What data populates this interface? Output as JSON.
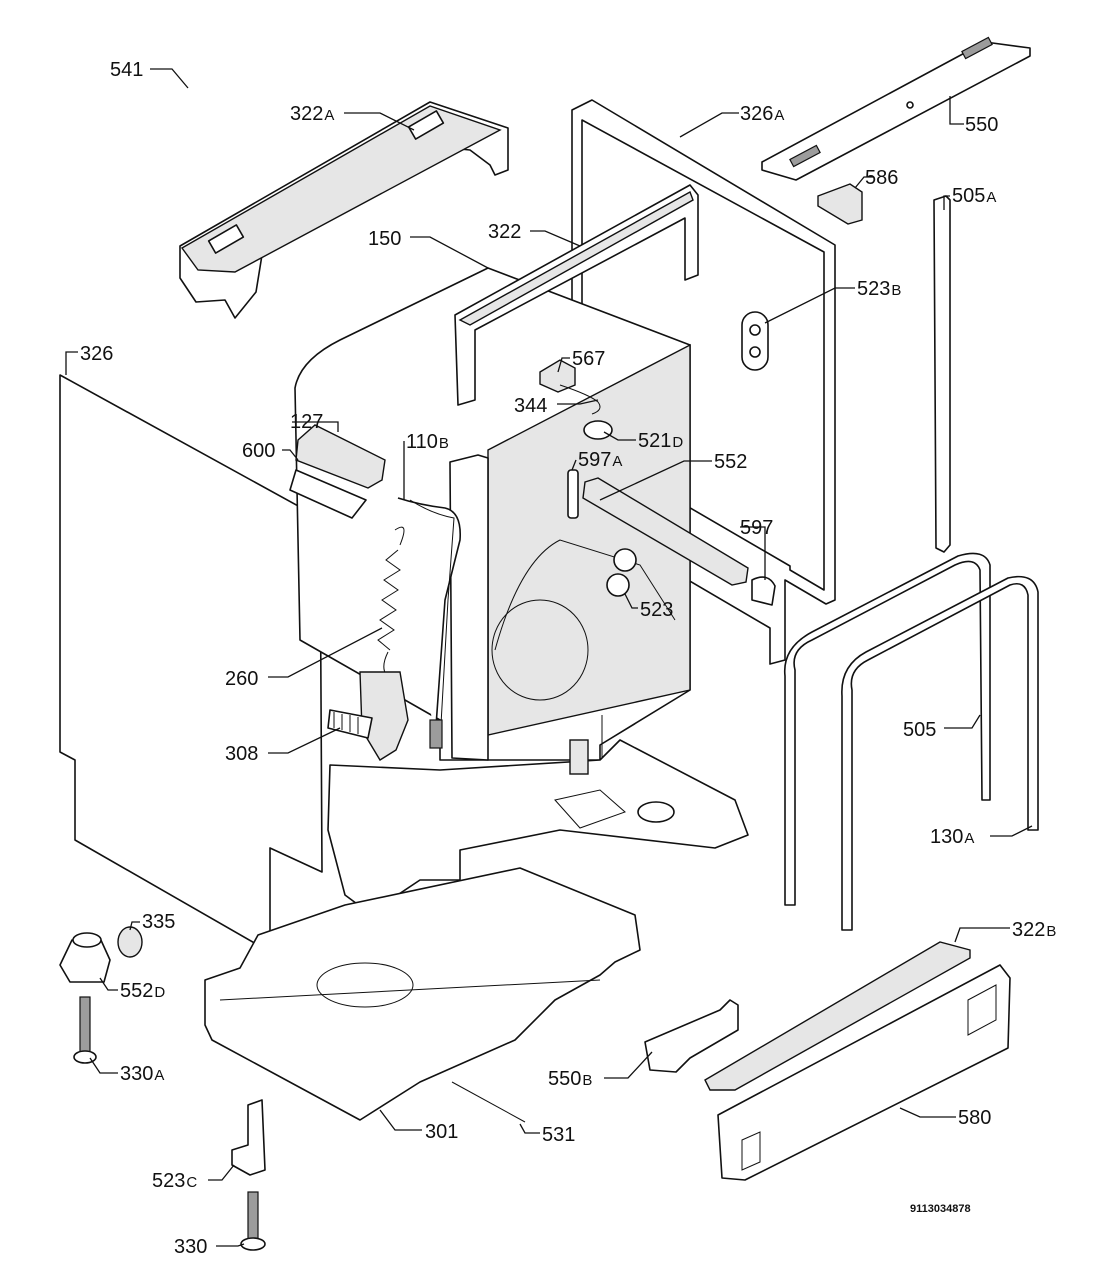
{
  "diagram": {
    "document_code": "9113034878",
    "callouts": [
      {
        "id": "541",
        "label": "541",
        "suffix": ""
      },
      {
        "id": "322A",
        "label": "322",
        "suffix": "A"
      },
      {
        "id": "326A",
        "label": "326",
        "suffix": "A"
      },
      {
        "id": "550",
        "label": "550",
        "suffix": ""
      },
      {
        "id": "586",
        "label": "586",
        "suffix": ""
      },
      {
        "id": "505A",
        "label": "505",
        "suffix": "A"
      },
      {
        "id": "150",
        "label": "150",
        "suffix": ""
      },
      {
        "id": "322",
        "label": "322",
        "suffix": ""
      },
      {
        "id": "523B",
        "label": "523",
        "suffix": "B"
      },
      {
        "id": "326",
        "label": "326",
        "suffix": ""
      },
      {
        "id": "567",
        "label": "567",
        "suffix": ""
      },
      {
        "id": "344",
        "label": "344",
        "suffix": ""
      },
      {
        "id": "127",
        "label": "127",
        "suffix": ""
      },
      {
        "id": "600",
        "label": "600",
        "suffix": ""
      },
      {
        "id": "110B",
        "label": "110",
        "suffix": "B"
      },
      {
        "id": "521D",
        "label": "521",
        "suffix": "D"
      },
      {
        "id": "597A",
        "label": "597",
        "suffix": "A"
      },
      {
        "id": "552",
        "label": "552",
        "suffix": ""
      },
      {
        "id": "597",
        "label": "597",
        "suffix": ""
      },
      {
        "id": "523",
        "label": "523",
        "suffix": ""
      },
      {
        "id": "260",
        "label": "260",
        "suffix": ""
      },
      {
        "id": "505",
        "label": "505",
        "suffix": ""
      },
      {
        "id": "308",
        "label": "308",
        "suffix": ""
      },
      {
        "id": "130A",
        "label": "130",
        "suffix": "A"
      },
      {
        "id": "335",
        "label": "335",
        "suffix": ""
      },
      {
        "id": "322B",
        "label": "322",
        "suffix": "B"
      },
      {
        "id": "552D",
        "label": "552",
        "suffix": "D"
      },
      {
        "id": "330A",
        "label": "330",
        "suffix": "A"
      },
      {
        "id": "550B",
        "label": "550",
        "suffix": "B"
      },
      {
        "id": "580",
        "label": "580",
        "suffix": ""
      },
      {
        "id": "301",
        "label": "301",
        "suffix": ""
      },
      {
        "id": "531",
        "label": "531",
        "suffix": ""
      },
      {
        "id": "523C",
        "label": "523",
        "suffix": "C"
      },
      {
        "id": "330",
        "label": "330",
        "suffix": ""
      }
    ]
  }
}
